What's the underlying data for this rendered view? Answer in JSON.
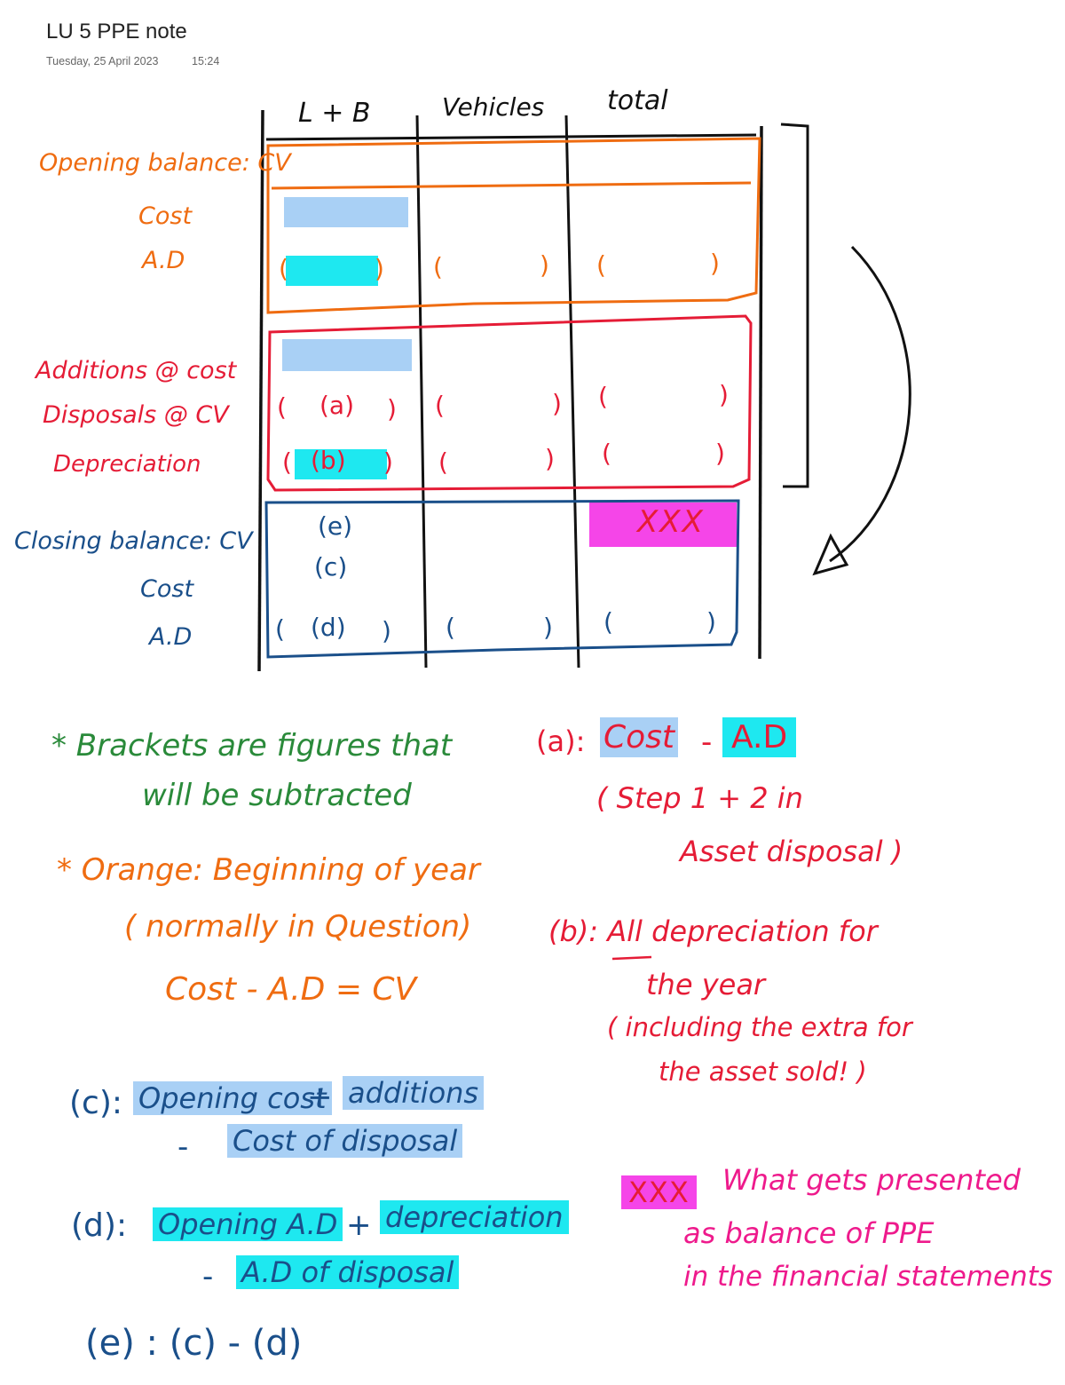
{
  "header": {
    "title": "LU 5 PPE note",
    "date": "Tuesday, 25 April 2023",
    "time": "15:24"
  },
  "table": {
    "columns": [
      "L + B",
      "Vehicles",
      "total"
    ],
    "opening": {
      "heading": "Opening balance: CV",
      "cost": "Cost",
      "ad": "A.D"
    },
    "movements": {
      "additions": "Additions @ cost",
      "disposals": "Disposals @ CV",
      "depreciation": "Depreciation",
      "marker_a": "(a)",
      "marker_b": "(b)"
    },
    "closing": {
      "heading": "Closing balance: CV",
      "cost": "Cost",
      "ad": "A.D",
      "marker_e": "(e)",
      "marker_c": "(c)",
      "marker_d": "(d)",
      "total_value": "XXX"
    },
    "bracket_open": "(",
    "bracket_close": ")"
  },
  "notes": {
    "brackets_1": "* Brackets are figures that",
    "brackets_2": "will be subtracted",
    "orange_1": "* Orange: Beginning of year",
    "orange_2": "( normally in Question)",
    "orange_3": "Cost - A.D = CV",
    "a_label": "(a):",
    "a_cost": "Cost",
    "a_minus": "-",
    "a_ad": "A.D",
    "a_step1": "( Step 1 + 2 in",
    "a_step2": "Asset disposal )",
    "b_1": "(b): All depreciation for",
    "b_2": "the year",
    "b_3": "( including the extra for",
    "b_4": "the asset sold! )",
    "c_label": "(c):",
    "c_opening": "Opening cost",
    "c_plus": "+",
    "c_additions": "additions",
    "c_minus": "-",
    "c_disposal": "Cost of disposal",
    "d_label": "(d):",
    "d_opening": "Opening A.D",
    "d_plus": "+",
    "d_depreciation": "depreciation",
    "d_minus": "-",
    "d_disposal": "A.D of disposal",
    "e_formula": "(e) : (c) - (d)",
    "xxx_label": "XXX",
    "xxx_1": "What gets presented",
    "xxx_2": "as balance of PPE",
    "xxx_3": "in the financial statements"
  },
  "colors": {
    "orange": "#ef6c11",
    "red": "#e51c36",
    "blue": "#1a4f8a",
    "green": "#2a8a3a",
    "magenta": "#ee1a8c",
    "highlight_blue": "#a9d0f5",
    "highlight_cyan": "#1ee8f0",
    "highlight_magenta": "#f545e8"
  }
}
